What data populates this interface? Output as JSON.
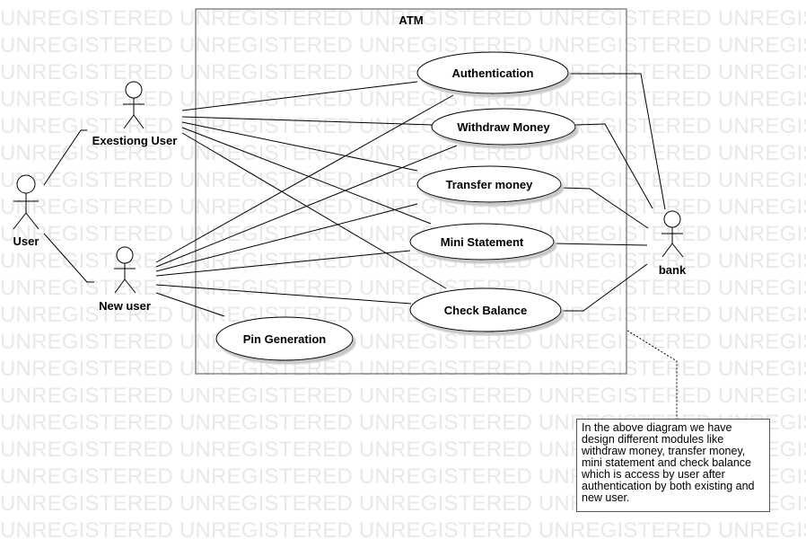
{
  "watermark": {
    "text": "UNREGISTERED",
    "color": "#e8e8e8"
  },
  "system": {
    "name": "ATM"
  },
  "actors": {
    "user": "User",
    "existing_user": "Exestiong User",
    "new_user": "New user",
    "bank": "bank"
  },
  "use_cases": {
    "authentication": "Authentication",
    "withdraw": "Withdraw Money",
    "transfer": "Transfer money",
    "mini_statement": "Mini Statement",
    "check_balance": "Check Balance",
    "pin_generation": "Pin Generation"
  },
  "note": {
    "text": "In the above diagram we have design different modules like withdraw money, transfer money, mini statement and check balance which is access by user after authentication by both existing and new user."
  },
  "colors": {
    "line": "#000000",
    "boundary": "#888888",
    "shadow": "#d0d0d0"
  }
}
